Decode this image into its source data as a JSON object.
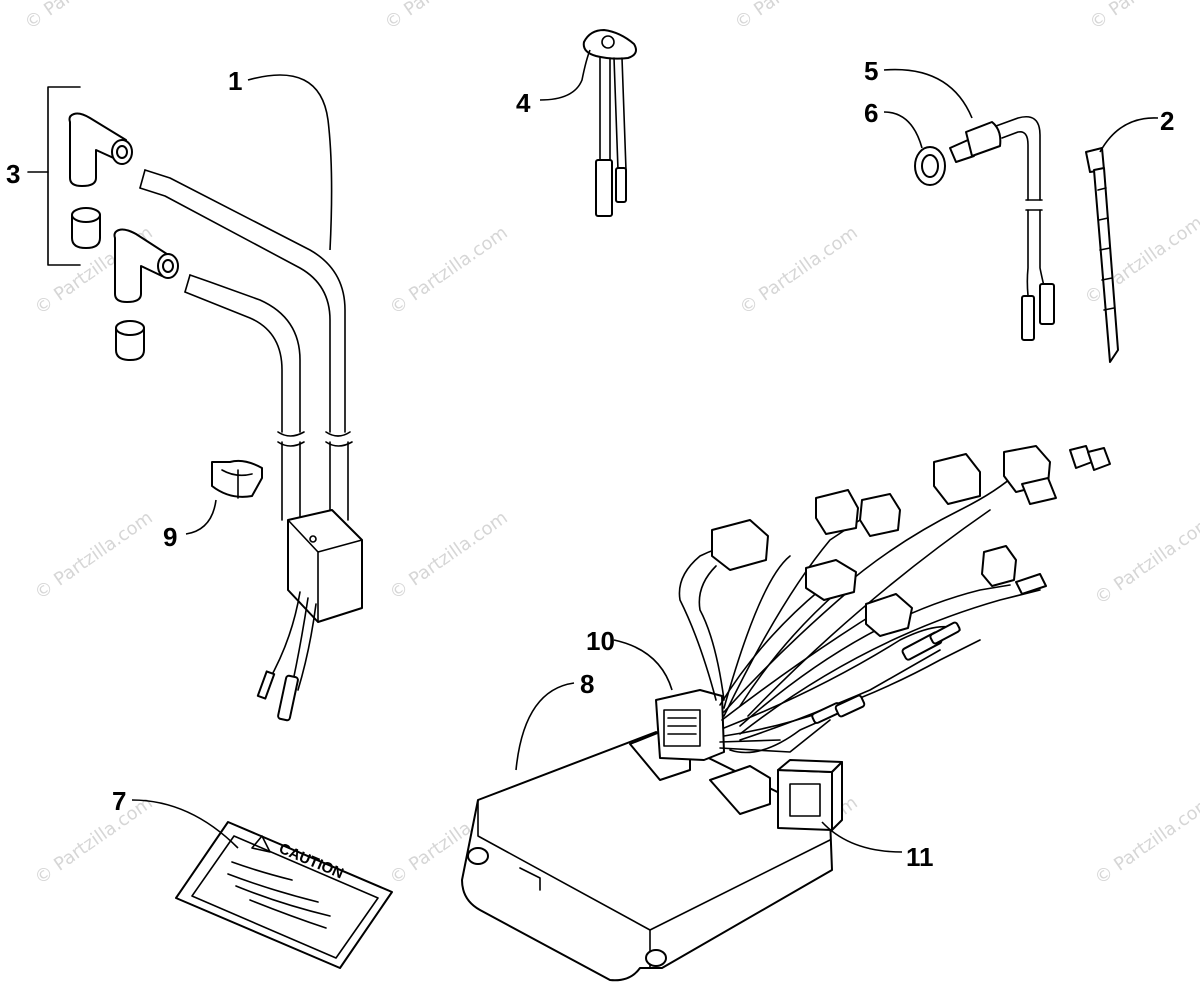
{
  "watermark": "© Partzilla.com",
  "callouts": {
    "c1": "1",
    "c2": "2",
    "c3": "3",
    "c4": "4",
    "c5": "5",
    "c6": "6",
    "c7": "7",
    "c8": "8",
    "c9": "9",
    "c10": "10",
    "c11": "11"
  },
  "caution_label": "CAUTION",
  "colors": {
    "line": "#000000",
    "watermark": "#d6d6d6",
    "background": "#ffffff"
  }
}
